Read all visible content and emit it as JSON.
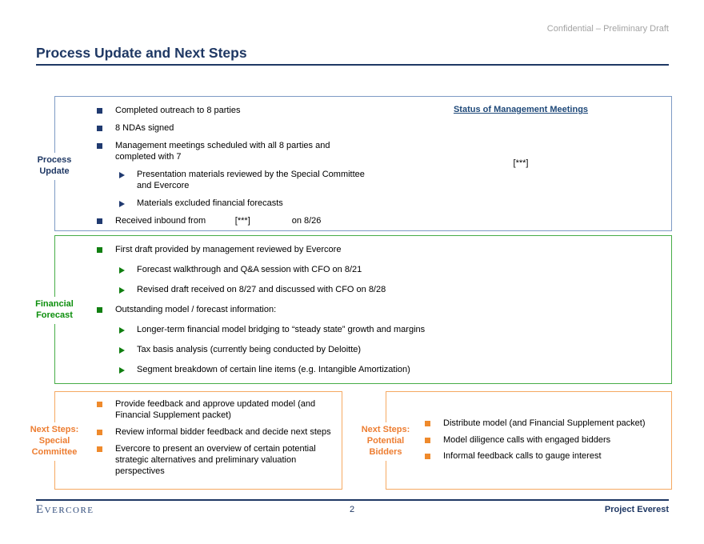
{
  "header": {
    "classification": "Confidential – Preliminary Draft"
  },
  "title": "Process Update and Next Steps",
  "colors": {
    "navy": "#1f3864",
    "steel_blue_border": "#7d9bc5",
    "navy_bullet": "#203a70",
    "green_border": "#47ad47",
    "green_text": "#0c8f0c",
    "green_bullet": "#117f11",
    "orange_border": "#f5a962",
    "orange_text": "#ed7d31",
    "orange_bullet": "#ef8a2c",
    "gray_text": "#a3a3a3"
  },
  "icons": {
    "level1_bullet": "square-bullet",
    "level2_bullet": "triangle-right-bullet"
  },
  "sections": {
    "process_update": {
      "label": "Process Update",
      "items": [
        {
          "level": 1,
          "text": "Completed outreach to 8 parties"
        },
        {
          "level": 1,
          "text": "8 NDAs signed"
        },
        {
          "level": 1,
          "text": "Management meetings scheduled with all 8 parties and completed with 7"
        },
        {
          "level": 2,
          "text": "Presentation materials reviewed by the Special Committee and Evercore"
        },
        {
          "level": 2,
          "text": "Materials excluded financial forecasts"
        },
        {
          "level": 1,
          "text": "Received inbound from            [***]                 on 8/26"
        }
      ],
      "status_panel": {
        "heading": "Status of Management Meetings",
        "placeholder": "[***]"
      }
    },
    "financial_forecast": {
      "label": "Financial Forecast",
      "items": [
        {
          "level": 1,
          "text": "First draft provided by management reviewed by Evercore"
        },
        {
          "level": 2,
          "text": "Forecast walkthrough and Q&A session with CFO on 8/21"
        },
        {
          "level": 2,
          "text": "Revised draft received on 8/27 and discussed with CFO on 8/28"
        },
        {
          "level": 1,
          "text": "Outstanding model / forecast information:"
        },
        {
          "level": 2,
          "text": "Longer-term financial model bridging to “steady state” growth and margins"
        },
        {
          "level": 2,
          "text": "Tax basis analysis (currently being conducted by Deloitte)"
        },
        {
          "level": 2,
          "text": "Segment breakdown of certain line items (e.g. Intangible Amortization)"
        }
      ]
    },
    "next_steps_special_committee": {
      "label": "Next Steps: Special Committee",
      "items": [
        {
          "level": 1,
          "text": "Provide feedback and approve updated model (and Financial Supplement packet)"
        },
        {
          "level": 1,
          "text": "Review informal bidder feedback and decide next steps"
        },
        {
          "level": 1,
          "text": "Evercore to present an overview of certain potential strategic alternatives and preliminary valuation perspectives"
        }
      ]
    },
    "next_steps_potential_bidders": {
      "label": "Next Steps: Potential Bidders",
      "items": [
        {
          "level": 1,
          "text": "Distribute model (and Financial Supplement packet)"
        },
        {
          "level": 1,
          "text": "Model diligence calls with engaged bidders"
        },
        {
          "level": 1,
          "text": "Informal feedback calls to gauge interest"
        }
      ]
    }
  },
  "footer": {
    "logo": "Evercore",
    "page_number": "2",
    "project_name": "Project Everest"
  }
}
